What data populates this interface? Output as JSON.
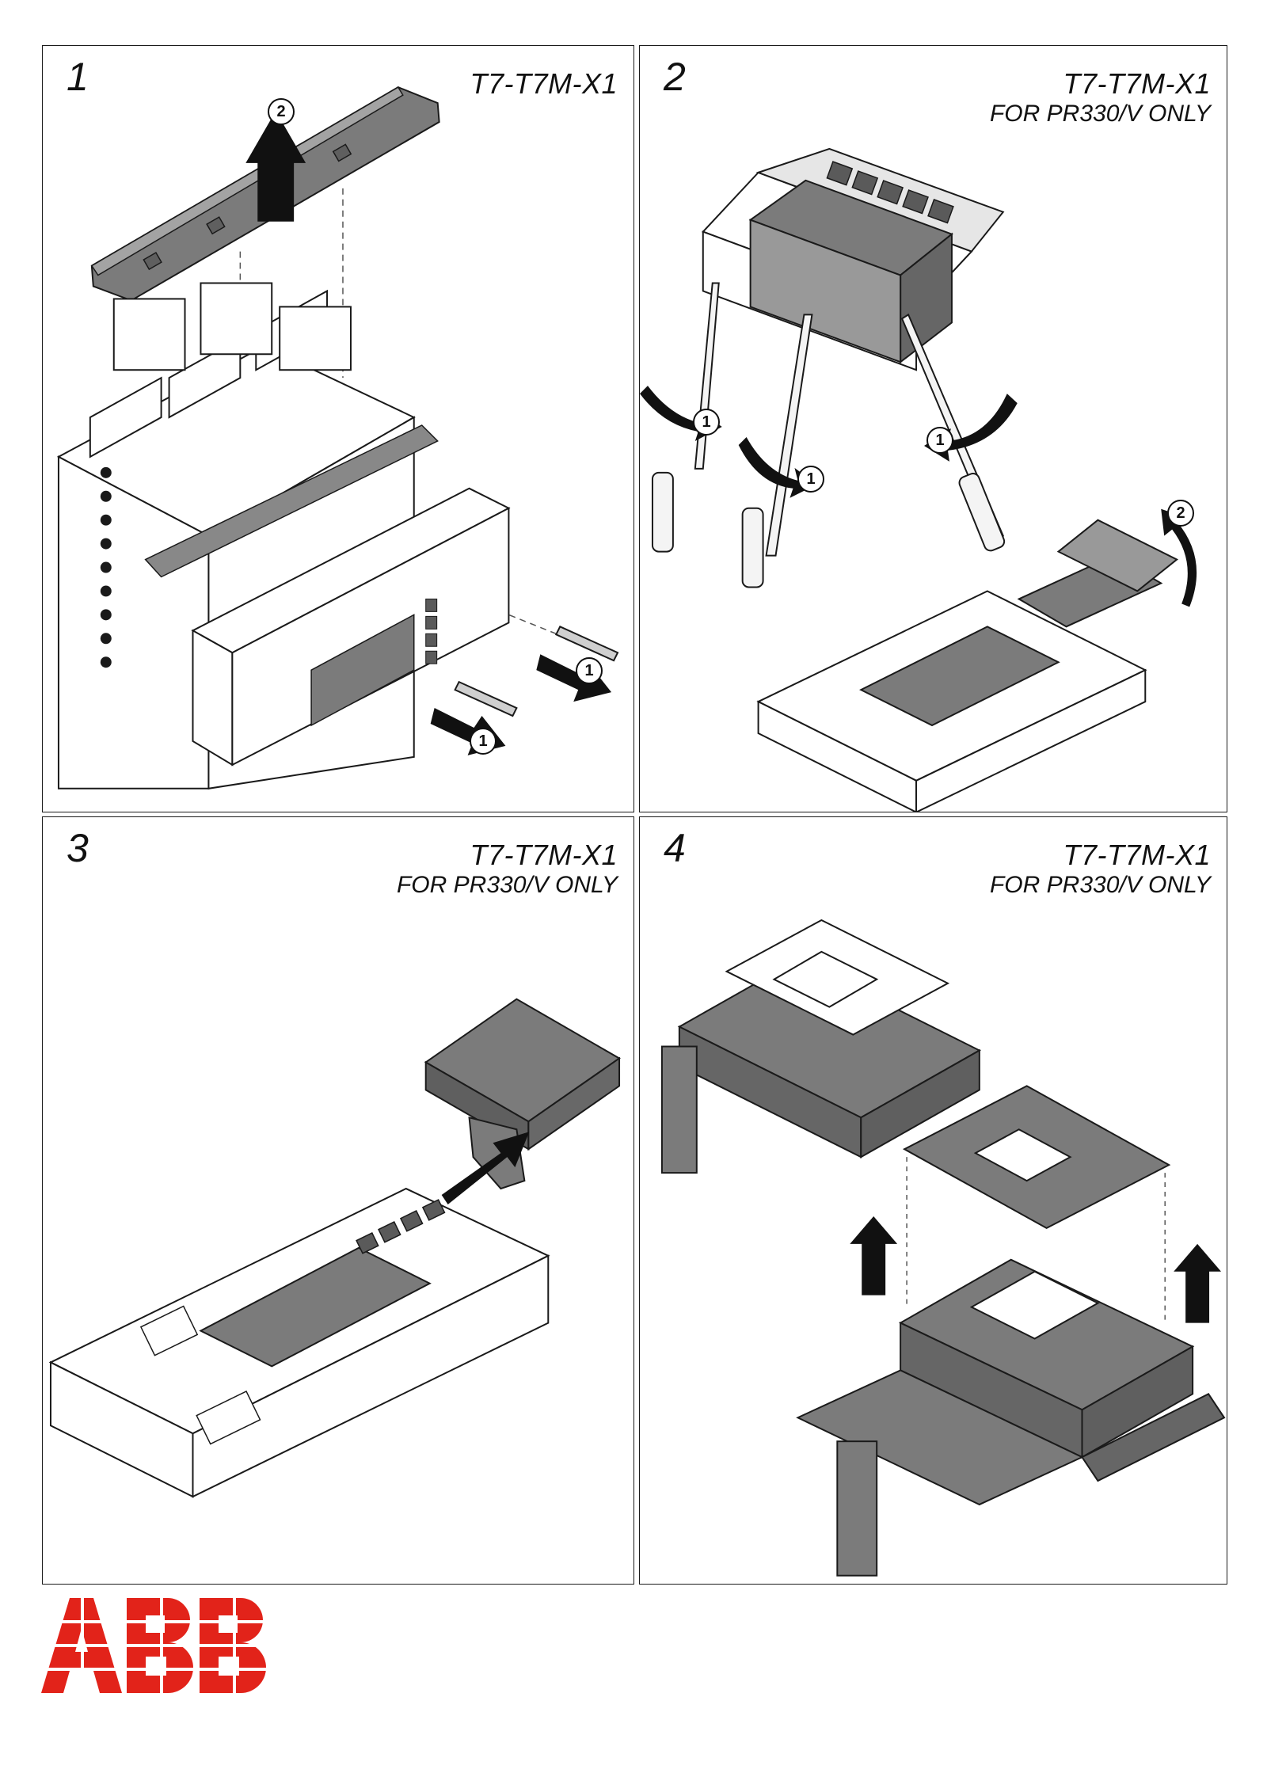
{
  "colors": {
    "brand_red": "#E2231A",
    "part_gray": "#7b7b7b",
    "line": "#1a1a1a"
  },
  "panels": [
    {
      "number": "1",
      "model": "T7-T7M-X1",
      "note": "",
      "callouts": [
        "2",
        "1",
        "1"
      ]
    },
    {
      "number": "2",
      "model": "T7-T7M-X1",
      "note": "FOR PR330/V ONLY",
      "callouts": [
        "1",
        "1",
        "1",
        "2"
      ]
    },
    {
      "number": "3",
      "model": "T7-T7M-X1",
      "note": "FOR PR330/V ONLY",
      "callouts": []
    },
    {
      "number": "4",
      "model": "T7-T7M-X1",
      "note": "FOR PR330/V ONLY",
      "callouts": []
    }
  ],
  "logo": {
    "text": "ABB"
  }
}
